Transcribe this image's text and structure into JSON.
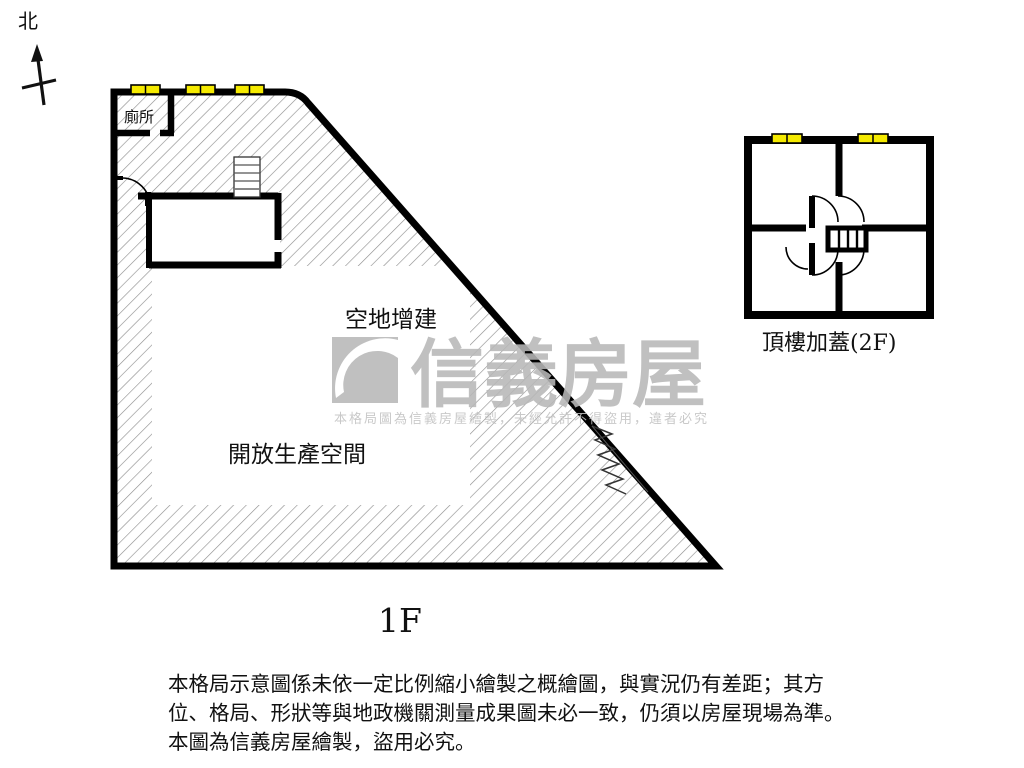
{
  "document": {
    "type": "real-estate-floor-plan",
    "background_color": "#ffffff"
  },
  "compass": {
    "label": "北",
    "direction": "north",
    "icon": "north-arrow-icon"
  },
  "floor1": {
    "title": "1F",
    "rooms": [
      {
        "id": "toilet",
        "label": "廁所"
      },
      {
        "id": "open-production",
        "label": "開放生產空間"
      },
      {
        "id": "vacant-extension",
        "label": "空地增建"
      }
    ],
    "window_count": 3,
    "window_color": "#f5ea00",
    "wall_color": "#000000",
    "hatch_color": "#9a9a9a",
    "features": [
      "entry-door-swing",
      "staircase",
      "folding-gate"
    ]
  },
  "floor2": {
    "title": "頂樓加蓋(2F)",
    "window_count": 2,
    "window_color": "#f5ea00",
    "wall_color": "#000000",
    "room_count": 4,
    "features": [
      "central-staircase",
      "door-swing-upper-left",
      "door-swing-upper-right",
      "door-swing-lower-left",
      "door-swing-lower-right"
    ]
  },
  "watermark": {
    "brand": "信義房屋",
    "notice": "本格局圖為信義房屋繪製，未經允許不得盜用，違者必究",
    "color": "#b8b8b8"
  },
  "disclaimer": {
    "lines": [
      "本格局示意圖係未依一定比例縮小繪製之概繪圖，與實況仍有差距；其方",
      "位、格局、形狀等與地政機關測量成果圖未必一致，仍須以房屋現場為準。",
      "本圖為信義房屋繪製，盜用必究。"
    ]
  }
}
